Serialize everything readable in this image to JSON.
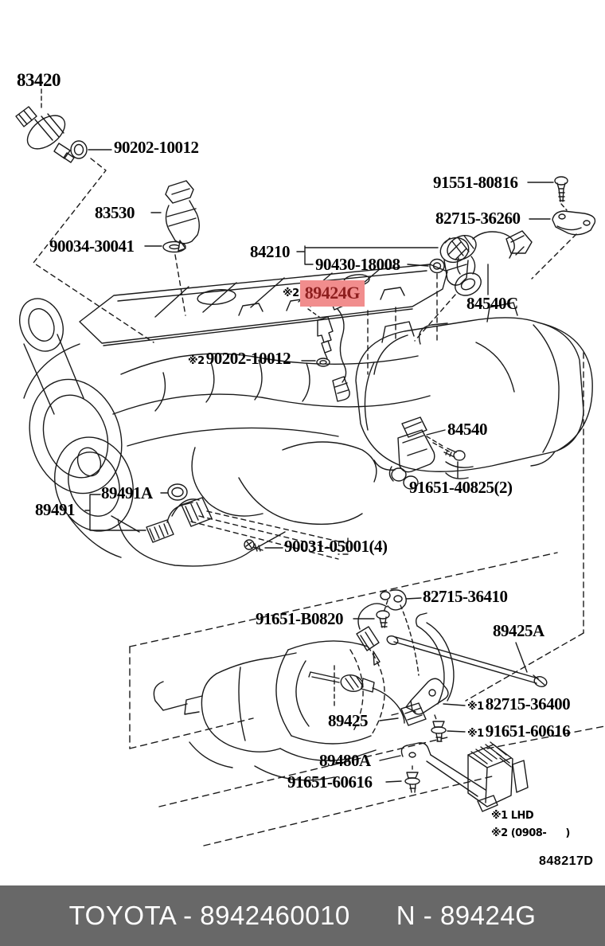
{
  "doc": {
    "footer_left": "TOYOTA - 8942460010",
    "footer_right": "N - 89424G",
    "ref_code": "848217D",
    "note1": "※1 LHD",
    "note2": "※2 (0908-      )"
  },
  "colors": {
    "highlight_bg": "#f18d8d",
    "highlight_text": "#8e1f1f",
    "footer_bg": "#686868",
    "line": "#1a1a1a"
  },
  "highlight": {
    "prefix": "※2",
    "part": "89424G"
  },
  "parts": {
    "p83420": "83420",
    "p90202_top": "90202-10012",
    "p83530": "83530",
    "p90034": "90034-30041",
    "p91551": "91551-80816",
    "p82715_36260": "82715-36260",
    "p84210": "84210",
    "p90430": "90430-18008",
    "p84540c": "84540C",
    "p90202_mid_prefix": "※2",
    "p90202_mid": "90202-10012",
    "p84540": "84540",
    "p91651_40825": "91651-40825(2)",
    "p89491a": "89491A",
    "p89491": "89491",
    "p90031": "90031-05001(4)",
    "p82715_36410": "82715-36410",
    "p91651_b0820": "91651-B0820",
    "p89425a": "89425A",
    "p89425": "89425",
    "p82715_36400_prefix": "※1",
    "p82715_36400": "82715-36400",
    "p91651_60616a_prefix": "※1",
    "p91651_60616a": "91651-60616",
    "p89480a": "89480A",
    "p91651_60616b": "91651-60616"
  }
}
